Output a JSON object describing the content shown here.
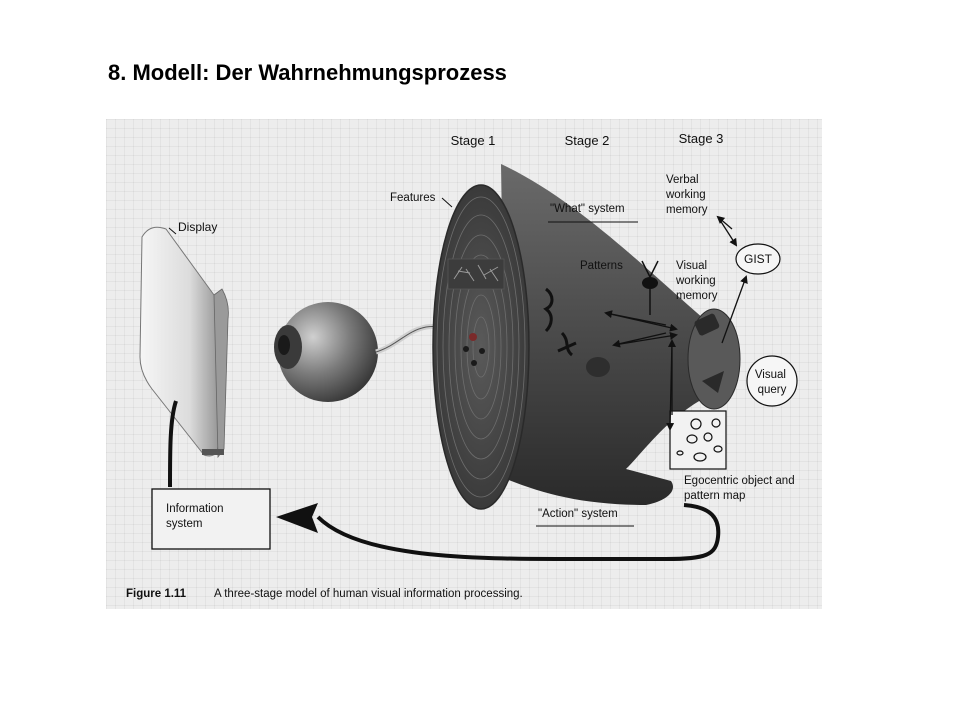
{
  "slide": {
    "title": "8. Modell: Der Wahrnehmungsprozess"
  },
  "figure": {
    "stages": [
      "Stage 1",
      "Stage 2",
      "Stage 3"
    ],
    "labels": {
      "display": "Display",
      "features": "Features",
      "what_system": "\"What\" system",
      "patterns": "Patterns",
      "verbal_wm": [
        "Verbal",
        "working",
        "memory"
      ],
      "visual_wm": [
        "Visual",
        "working",
        "memory"
      ],
      "gist": "GIST",
      "visual_query": [
        "Visual",
        "query"
      ],
      "egocentric": [
        "Egocentric object and",
        "pattern map"
      ],
      "action_system": "\"Action\" system",
      "information_system": [
        "Information",
        "system"
      ]
    },
    "caption": {
      "number": "Figure 1.11",
      "text": "A three-stage model of human visual information processing."
    }
  }
}
